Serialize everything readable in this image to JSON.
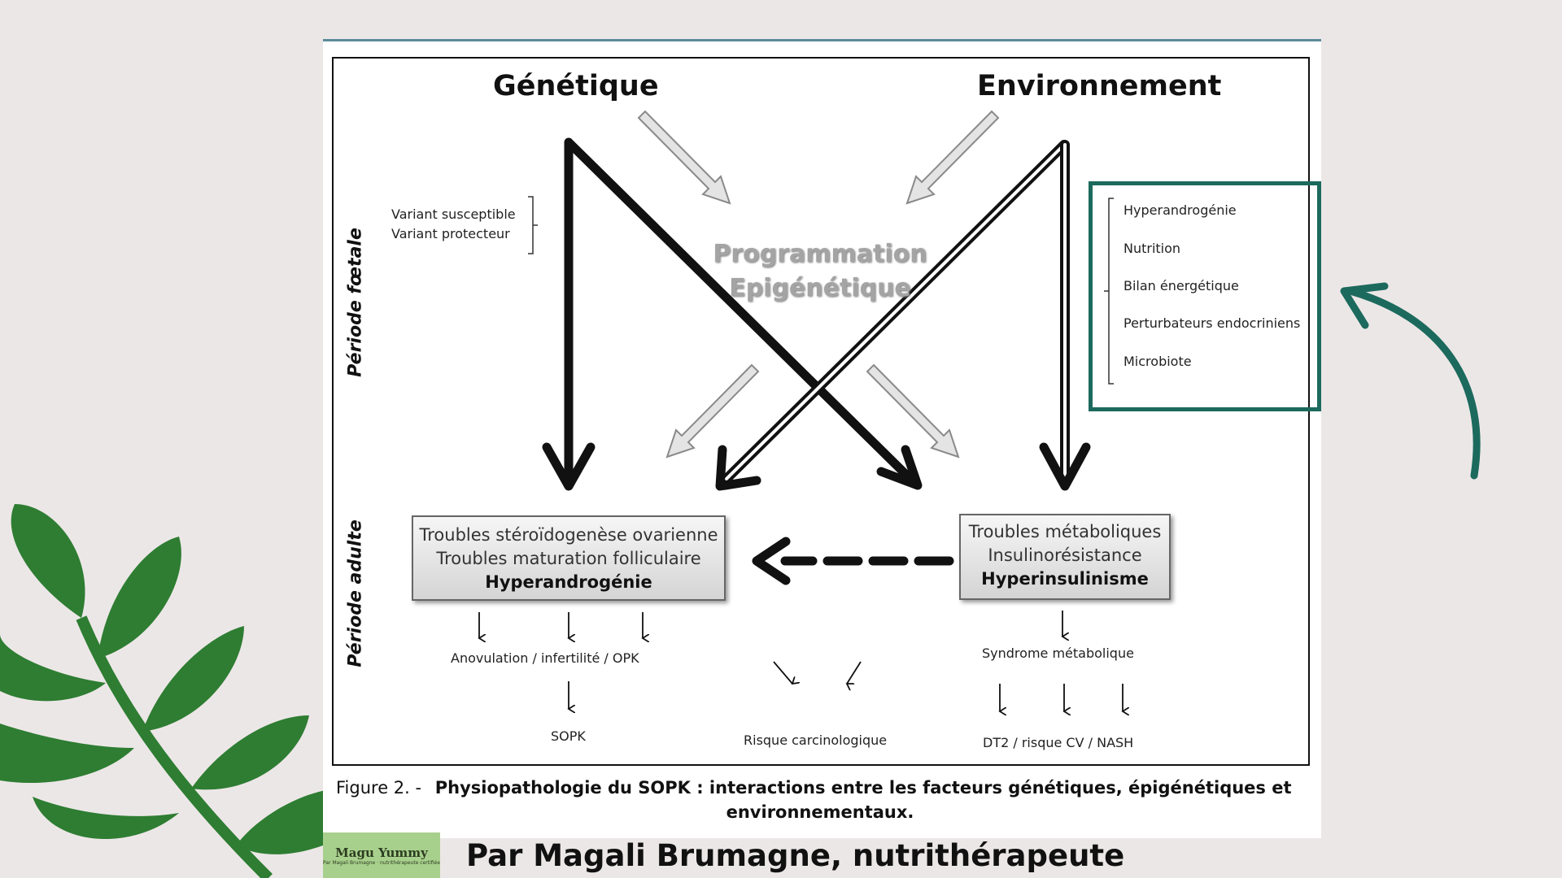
{
  "figure": {
    "top_left_heading": "Génétique",
    "top_right_heading": "Environnement",
    "center_label_line1": "Programmation",
    "center_label_line2": "Epigénétique",
    "period_top": "Période fœtale",
    "period_bottom": "Période adulte",
    "variants": [
      "Variant susceptible",
      "Variant protecteur"
    ],
    "env_factors": [
      "Hyperandrogénie",
      "Nutrition",
      "Bilan énergétique",
      "Perturbateurs endocriniens",
      "Microbiote"
    ],
    "left_box": {
      "line1": "Troubles stéroïdogenèse ovarienne",
      "line2": "Troubles maturation folliculaire",
      "line3": "Hyperandrogénie"
    },
    "right_box": {
      "line1": "Troubles métaboliques",
      "line2": "Insulinorésistance",
      "line3": "Hyperinsulinisme"
    },
    "outcomes": {
      "anovulation": "Anovulation / infertilité / OPK",
      "sopk": "SOPK",
      "cancer": "Risque carcinologique",
      "metabolic_syndrome": "Syndrome métabolique",
      "dt2": "DT2 / risque CV / NASH"
    },
    "caption_prefix": "Figure 2. -",
    "caption_line1": "Physiopathologie du SOPK : interactions entre les facteurs génétiques, épigénétiques et",
    "caption_line2": "environnementaux."
  },
  "footer": {
    "credit": "Par Magali Brumagne, nutrithérapeute",
    "logo_text": "Magu Yummy",
    "logo_sub": "Par Magali Brumagne · nutrithérapeute certifiée"
  },
  "colors": {
    "background": "#ece7e7",
    "accent_teal": "#1c6a5d",
    "leaf_green": "#2e7d32"
  }
}
